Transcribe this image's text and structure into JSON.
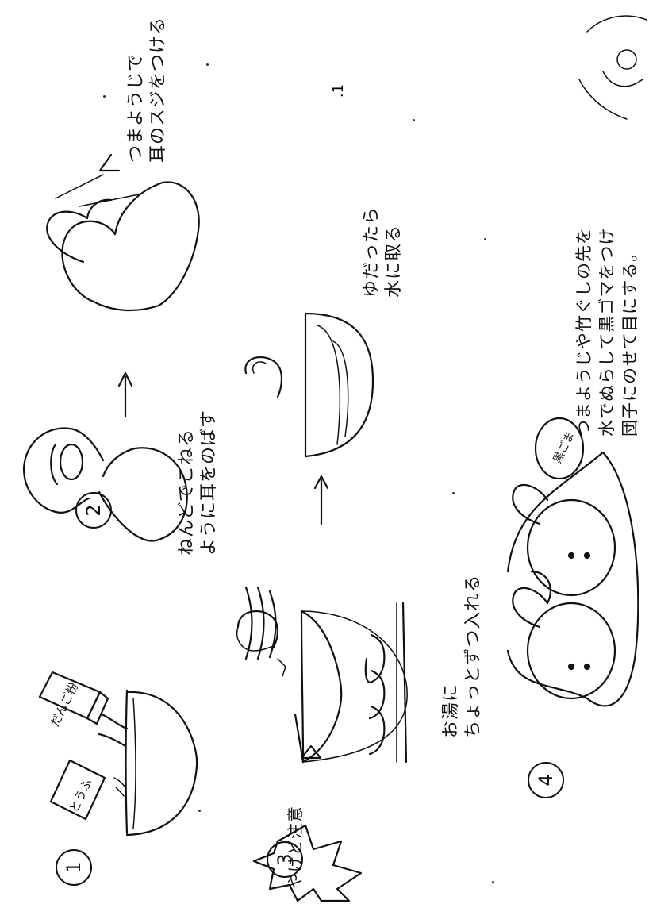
{
  "page_number": ".1",
  "steps": {
    "step1": {
      "number": "1",
      "package_a": "だんご粉",
      "package_b": "とうふ"
    },
    "step2": {
      "number": "2",
      "caption_line1": "ねんどでこねる",
      "caption_line2": "ように耳をのばす",
      "note_line1": "つまようじで",
      "note_line2": "耳のスジをつける"
    },
    "step3": {
      "number": "3",
      "caption_line1": "お湯に",
      "caption_line2": "ちょっとずつ入れる",
      "note_line1": "ゆだったら",
      "note_line2": "水に取る",
      "warning": "やけど注意"
    },
    "step4": {
      "number": "4",
      "plate_label": "黒ごま",
      "note_line1": "つまようじや竹ぐしの先を",
      "note_line2": "水でぬらして黒ゴマをつけ",
      "note_line3": "団子にのせて目にする。"
    }
  }
}
